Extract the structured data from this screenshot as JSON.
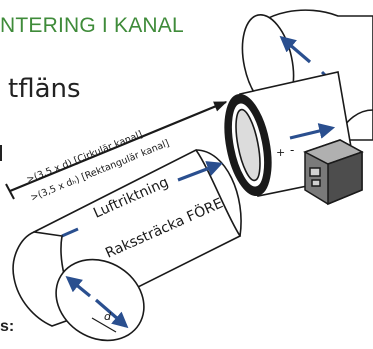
{
  "header": {
    "title": "NTERING I KANAL"
  },
  "fragments": {
    "left_text": "tfläns",
    "bottom_text": "s:"
  },
  "diagram": {
    "dim_circular": ">(3,5 x d) [Cirkulär kanal]",
    "dim_rectangular": ">(3,5 x dₕ) [Rektangulär kanal]",
    "airflow_label": "Luftriktning",
    "straight_label": "Rakssträcka FÖRE",
    "diameter_label": "d",
    "polarity_plus": "+",
    "polarity_minus": "-"
  },
  "colors": {
    "title_green": "#3f8b3a",
    "arrow_blue": "#2a4f8f",
    "line": "#1a1a1a"
  }
}
